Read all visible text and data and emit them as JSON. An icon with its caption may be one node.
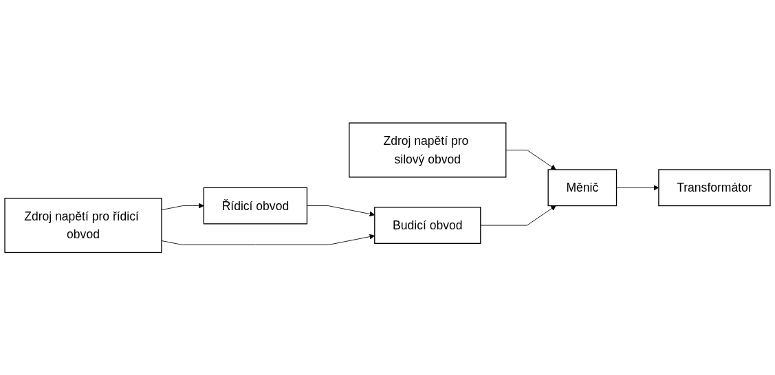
{
  "diagram": {
    "nodes": [
      {
        "text": [
          "Zdroj napětí pro silový obvod"
        ]
      },
      {
        "text": [
          "Měnič"
        ]
      },
      {
        "text": [
          "Transformátor"
        ]
      },
      {
        "text": [
          "Řídicí obvod"
        ]
      },
      {
        "text": [
          "Budicí obvod"
        ]
      },
      {
        "text": [
          "Zdroj napětí pro řídicí obvod"
        ]
      }
    ],
    "edges": [
      {
        "from": 0,
        "to": 1,
        "arrow": "to"
      },
      {
        "from": 1,
        "to": 2,
        "arrow": "to"
      },
      {
        "from": 3,
        "to": 4,
        "arrow": "to"
      },
      {
        "from": 4,
        "to": 1,
        "arrow": "to"
      },
      {
        "from": 5,
        "to": 3,
        "arrow": "to"
      },
      {
        "from": 5,
        "to": 4,
        "arrow": "to"
      }
    ]
  }
}
